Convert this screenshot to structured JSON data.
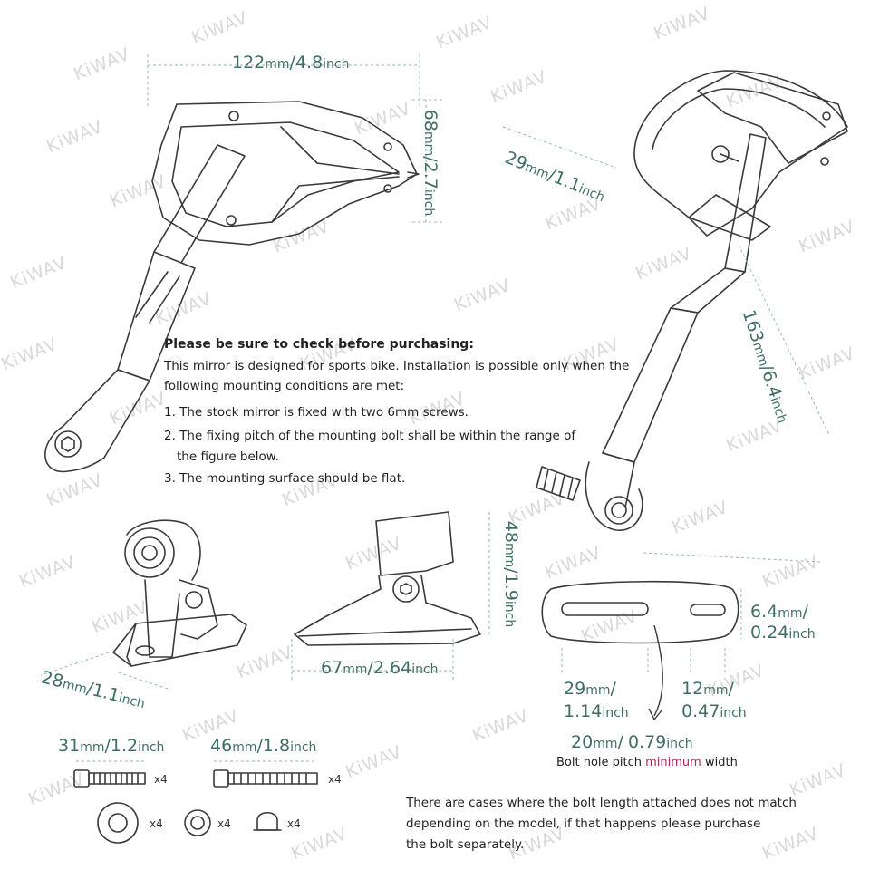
{
  "watermark": "KiWAV",
  "dimensions": {
    "width_top": {
      "mm": "122",
      "mm_unit": "mm",
      "sep": "/",
      "inch": "4.8",
      "inch_unit": "inch"
    },
    "height_top": {
      "mm": "68",
      "mm_unit": "mm",
      "sep": "/",
      "inch": "2.7",
      "inch_unit": "inch"
    },
    "offset": {
      "mm": "29",
      "mm_unit": "mm",
      "sep": "/",
      "inch": "1.1",
      "inch_unit": "inch"
    },
    "length": {
      "mm": "163",
      "mm_unit": "mm",
      "sep": "/",
      "inch": "6.4",
      "inch_unit": "inch"
    },
    "mount_height": {
      "mm": "48",
      "mm_unit": "mm",
      "sep": "/",
      "inch": "1.9",
      "inch_unit": "inch"
    },
    "mount_depth": {
      "mm": "28",
      "mm_unit": "mm",
      "sep": "/",
      "inch": "1.1",
      "inch_unit": "inch"
    },
    "mount_width": {
      "mm": "67",
      "mm_unit": "mm",
      "sep": "/",
      "inch": "2.64",
      "inch_unit": "inch"
    },
    "slot_width": {
      "mm": "6.4",
      "mm_unit": "mm",
      "sep": "/",
      "inch": "0.24",
      "inch_unit": "inch"
    },
    "slot_left": {
      "mm": "29",
      "mm_unit": "mm",
      "sep": "/",
      "inch": "1.14",
      "inch_unit": "inch"
    },
    "slot_right": {
      "mm": "12",
      "mm_unit": "mm",
      "sep": "/",
      "inch": "0.47",
      "inch_unit": "inch"
    },
    "pitch_min": {
      "mm": "20",
      "mm_unit": "mm",
      "sep": "/",
      "inch": "0.79",
      "inch_unit": "inch"
    },
    "bolt_short": {
      "mm": "31",
      "mm_unit": "mm",
      "sep": "/",
      "inch": "1.2",
      "inch_unit": "inch"
    },
    "bolt_long": {
      "mm": "46",
      "mm_unit": "mm",
      "sep": "/",
      "inch": "1.8",
      "inch_unit": "inch"
    }
  },
  "pitch_caption": {
    "before": "Bolt hole pitch ",
    "highlight": "minimum",
    "after": " width"
  },
  "notice": {
    "heading": "Please be sure to check before purchasing:",
    "intro_1": "This mirror is designed for sports bike. Installation is possible only when the",
    "intro_2": "following mounting conditions are met:",
    "item_1": "1. The stock mirror is fixed with two 6mm screws.",
    "item_2a": "2. The fixing pitch of the mounting bolt shall be within the range of",
    "item_2b": "the figure below.",
    "item_3": "3. The mounting surface should be flat."
  },
  "parts": {
    "bolt_short_qty": "x4",
    "bolt_long_qty": "x4",
    "washer_large_qty": "x4",
    "washer_small_qty": "x4",
    "cap_nut_qty": "x4"
  },
  "footer": {
    "line_1": "There are cases where the bolt length attached does not match",
    "line_2": "depending on the model, if that happens please purchase",
    "line_3": "the bolt separately."
  },
  "colors": {
    "dimension": "#3f6f64",
    "highlight": "#b0285a",
    "line": "#3a3a3a",
    "watermark": "#d9d9d9"
  }
}
